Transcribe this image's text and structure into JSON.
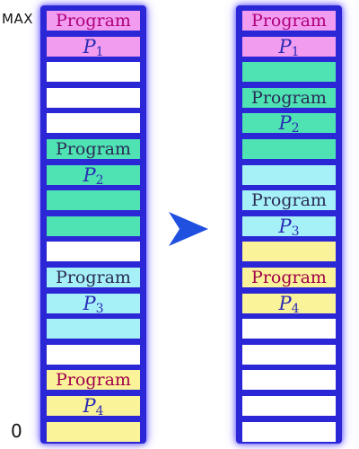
{
  "axis": {
    "max_label": "MAX",
    "zero_label": "0"
  },
  "colors": {
    "frame": "#2c27d6",
    "empty": "#ffffff",
    "p1": "#f29cf0",
    "p2": "#4fe3b4",
    "p3": "#a6f1f7",
    "p4": "#fbf39a",
    "program_text_p1": "#b0007e",
    "program_text_p2": "#2a2a55",
    "program_text_p3": "#2a2a55",
    "program_text_p4": "#a0004a",
    "p_label_text": "#2b2bb5",
    "arrow": "#2050e0"
  },
  "left_memory": {
    "slots": [
      "p1",
      "p1",
      "empty",
      "empty",
      "empty",
      "p2",
      "p2",
      "p2",
      "p2",
      "empty",
      "p3",
      "p3",
      "p3",
      "empty",
      "p4",
      "p4",
      "p4"
    ],
    "labels": [
      {
        "program": "Program",
        "p": "P",
        "sub": "1",
        "proc": "p1",
        "slot": 0
      },
      {
        "program": "Program",
        "p": "P",
        "sub": "2",
        "proc": "p2",
        "slot": 5
      },
      {
        "program": "Program",
        "p": "P",
        "sub": "3",
        "proc": "p3",
        "slot": 10
      },
      {
        "program": "Program",
        "p": "P",
        "sub": "4",
        "proc": "p4",
        "slot": 14
      }
    ]
  },
  "right_memory": {
    "slots": [
      "p1",
      "p1",
      "p2",
      "p2",
      "p2",
      "p2",
      "p3",
      "p3",
      "p3",
      "p4",
      "p4",
      "p4",
      "empty",
      "empty",
      "empty",
      "empty",
      "empty"
    ],
    "labels": [
      {
        "program": "Program",
        "p": "P",
        "sub": "1",
        "proc": "p1",
        "slot": 0
      },
      {
        "program": "Program",
        "p": "P",
        "sub": "2",
        "proc": "p2",
        "slot": 3
      },
      {
        "program": "Program",
        "p": "P",
        "sub": "3",
        "proc": "p3",
        "slot": 7
      },
      {
        "program": "Program",
        "p": "P",
        "sub": "4",
        "proc": "p4",
        "slot": 10
      }
    ]
  },
  "arrow": {
    "icon": "right-arrow-icon"
  }
}
